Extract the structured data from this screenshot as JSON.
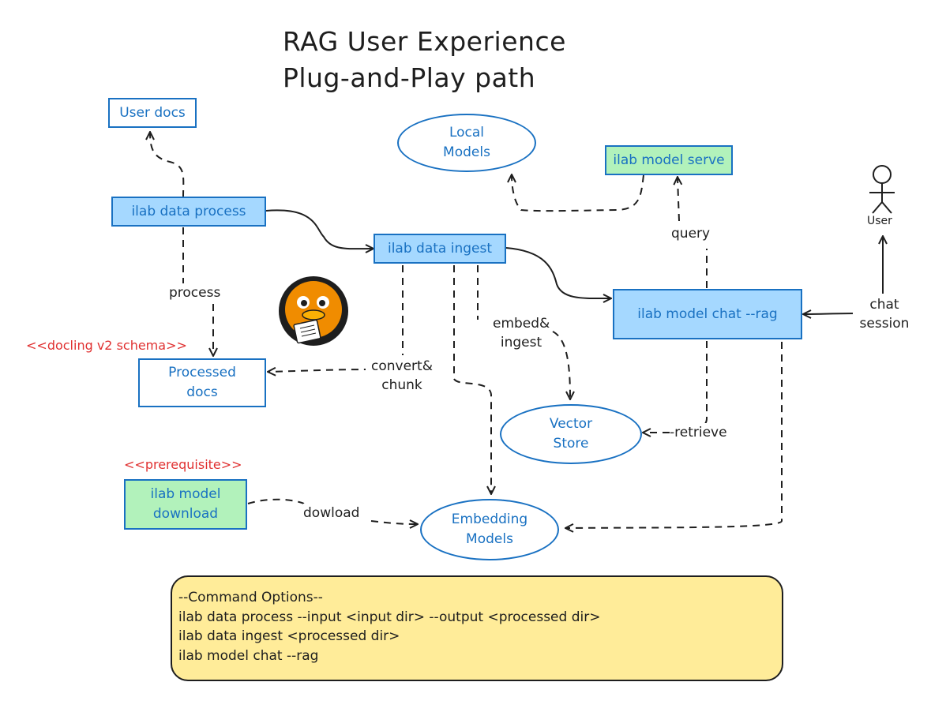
{
  "title": {
    "line1": "RAG User Experience",
    "line2": "Plug-and-Play path"
  },
  "nodes": {
    "user_docs": "User docs",
    "data_process": "ilab data process",
    "data_ingest": "ilab data ingest",
    "processed_docs": "Processed docs",
    "local_models": "Local Models",
    "model_serve": "ilab model serve",
    "model_chat": "ilab model chat --rag",
    "vector_store": "Vector Store",
    "embedding_models": "Embedding Models",
    "model_download": "ilab model download",
    "user": "User"
  },
  "stereotypes": {
    "docling": "<<docling v2 schema>>",
    "prerequisite": "<<prerequisite>>"
  },
  "edge_labels": {
    "process": "process",
    "convert_chunk": "convert& chunk",
    "embed_ingest": "embed& ingest",
    "query": "query",
    "retrieve": "-retrieve",
    "chat_session": "chat session",
    "download": "dowload"
  },
  "command_options": {
    "heading": "--Command Options--",
    "lines": [
      "ilab data process --input <input dir> --output <processed dir>",
      "ilab data ingest <processed dir>",
      "ilab model chat --rag"
    ]
  },
  "colors": {
    "blue_fill": "#a5d8ff",
    "green_fill": "#b2f2bb",
    "stroke_blue": "#1971c2",
    "note_fill": "#ffec99",
    "stereotype_red": "#e03131"
  },
  "icons": {
    "mascot": "duck-mascot-icon",
    "user": "stick-figure-icon"
  }
}
